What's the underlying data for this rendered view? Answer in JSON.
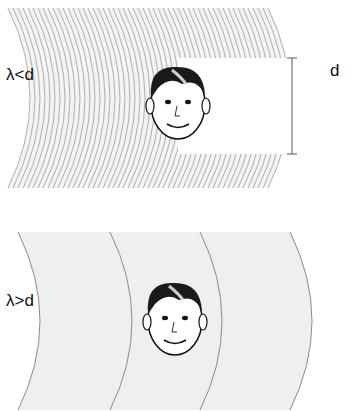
{
  "diagram": {
    "labels": [
      "λ<d",
      "d",
      "λ>d"
    ]
  }
}
